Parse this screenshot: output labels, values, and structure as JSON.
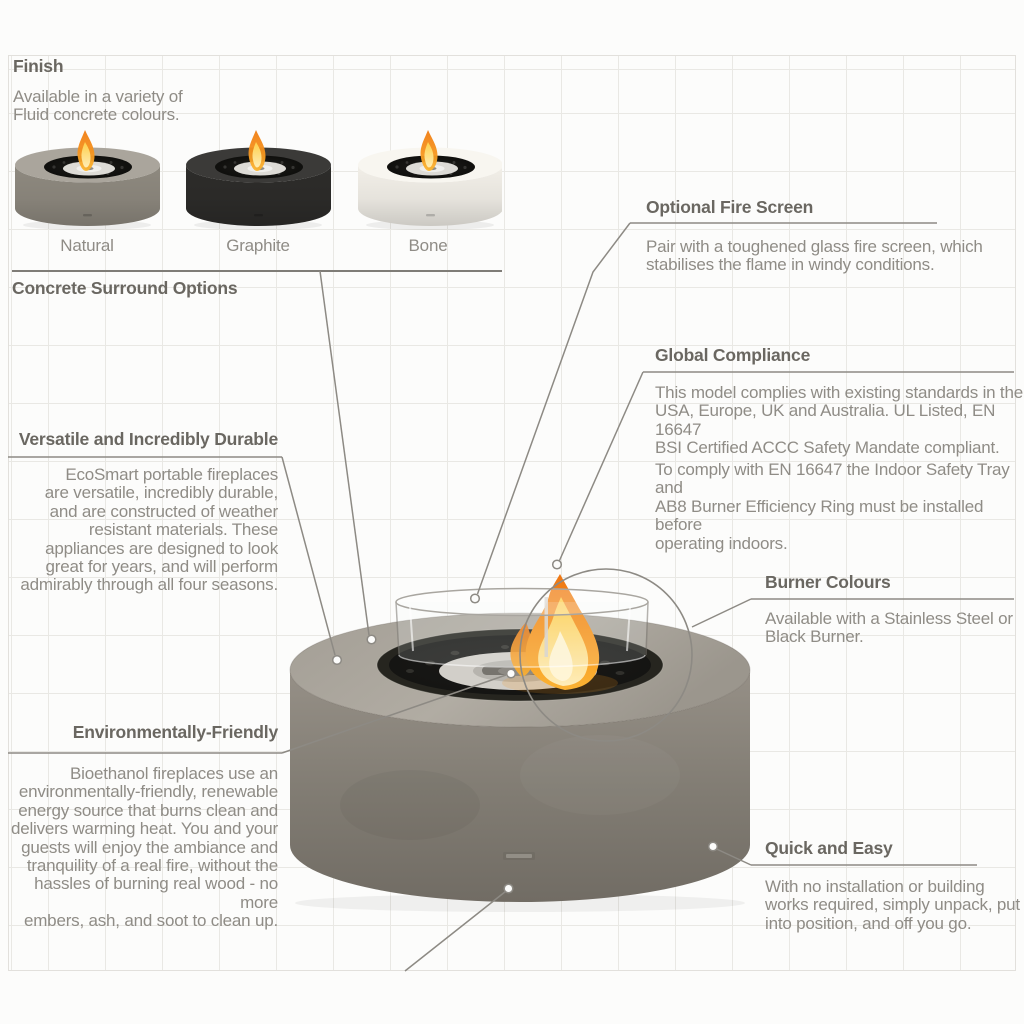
{
  "colors": {
    "canvas_bg": "#fcfcfb",
    "grid_line": "#e9e8e4",
    "heading_text": "#6a6761",
    "body_text": "#8f8c86",
    "accent_line": "#8d8a84",
    "divider": "#7f7c77",
    "concrete_side": "#8e897f",
    "concrete_top": "#aaa59c",
    "graphite_side": "#2d2c2a",
    "graphite_top": "#3b3a38",
    "bone_side": "#f2efe8",
    "bone_top": "#f8f6f0",
    "flame_orange": "#f6941d",
    "flame_yellow": "#ffd34a",
    "burner_dark": "#131311",
    "glass_stroke": "#a9a6a0",
    "steel": "#d7d4ce"
  },
  "finish": {
    "title": "Finish",
    "description": "Available in a variety of\nFluid concrete colours."
  },
  "color_options": [
    {
      "label": "Natural",
      "side": "#8e897f",
      "top": "#aaa59c"
    },
    {
      "label": "Graphite",
      "side": "#2d2c2a",
      "top": "#3b3a38"
    },
    {
      "label": "Bone",
      "side": "#f2efe8",
      "top": "#f8f6f0"
    }
  ],
  "surround": {
    "title": "Concrete Surround Options"
  },
  "callouts": {
    "versatile": {
      "title": "Versatile and Incredibly Durable",
      "body": "EcoSmart portable fireplaces\nare versatile, incredibly durable,\nand are constructed of weather\nresistant materials. These\nappliances are designed to look\ngreat for years, and will perform\nadmirably through all four seasons."
    },
    "environmentally_friendly": {
      "title": "Environmentally-Friendly",
      "body": "Bioethanol fireplaces use an\nenvironmentally-friendly, renewable\nenergy source that burns clean and\ndelivers warming heat. You and your\nguests will enjoy the ambiance and\ntranquility of a real fire, without the\nhassles of burning real wood - no more\nembers, ash, and soot to clean up."
    },
    "optional_fire_screen": {
      "title": "Optional Fire Screen",
      "body": "Pair with a toughened glass fire screen, which\nstabilises the flame in windy conditions."
    },
    "global_compliance": {
      "title": "Global Compliance",
      "body_1": "This model complies with existing standards in the\nUSA, Europe, UK and Australia. UL Listed, EN 16647\nBSI Certified ACCC Safety Mandate compliant.",
      "body_2": "To comply with EN 16647 the Indoor Safety Tray and\nAB8 Burner Efficiency Ring must be installed before\noperating indoors."
    },
    "burner_colours": {
      "title": "Burner Colours",
      "body": "Available with a Stainless Steel or\nBlack Burner."
    },
    "quick_and_easy": {
      "title": "Quick and Easy",
      "body": "With no installation or building\nworks required, simply unpack, put\ninto position, and off you go."
    }
  }
}
